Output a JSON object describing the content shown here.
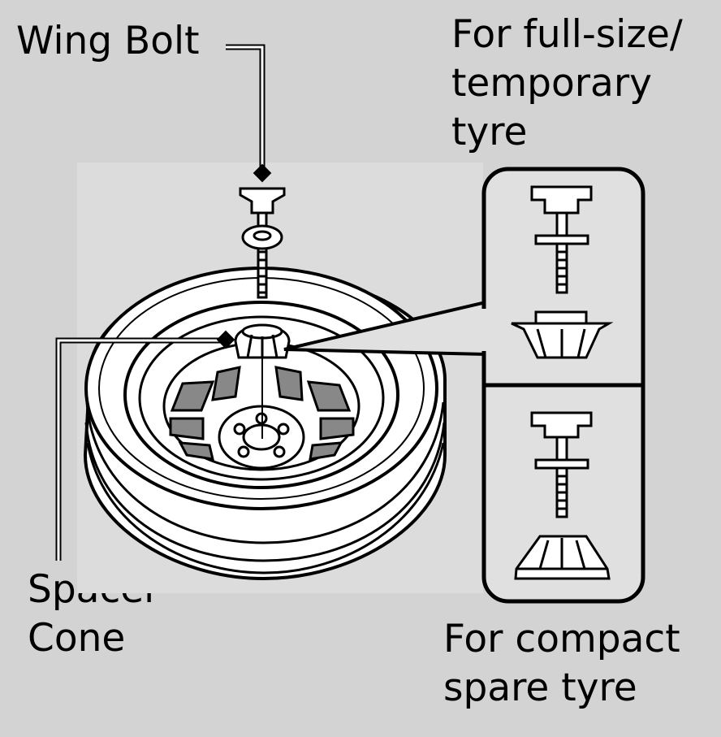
{
  "labels": {
    "wing_bolt": "Wing Bolt",
    "full_size_line1": "For full-size/",
    "full_size_line2": "temporary",
    "full_size_line3": "tyre",
    "spacer_line1": "Spacer",
    "spacer_line2": "Cone",
    "compact_line1": "For compact",
    "compact_line2": "spare tyre"
  },
  "colors": {
    "background": "#d3d3d3",
    "panel": "#e0e0e0",
    "line": "#000000",
    "part": "#ffffff"
  }
}
